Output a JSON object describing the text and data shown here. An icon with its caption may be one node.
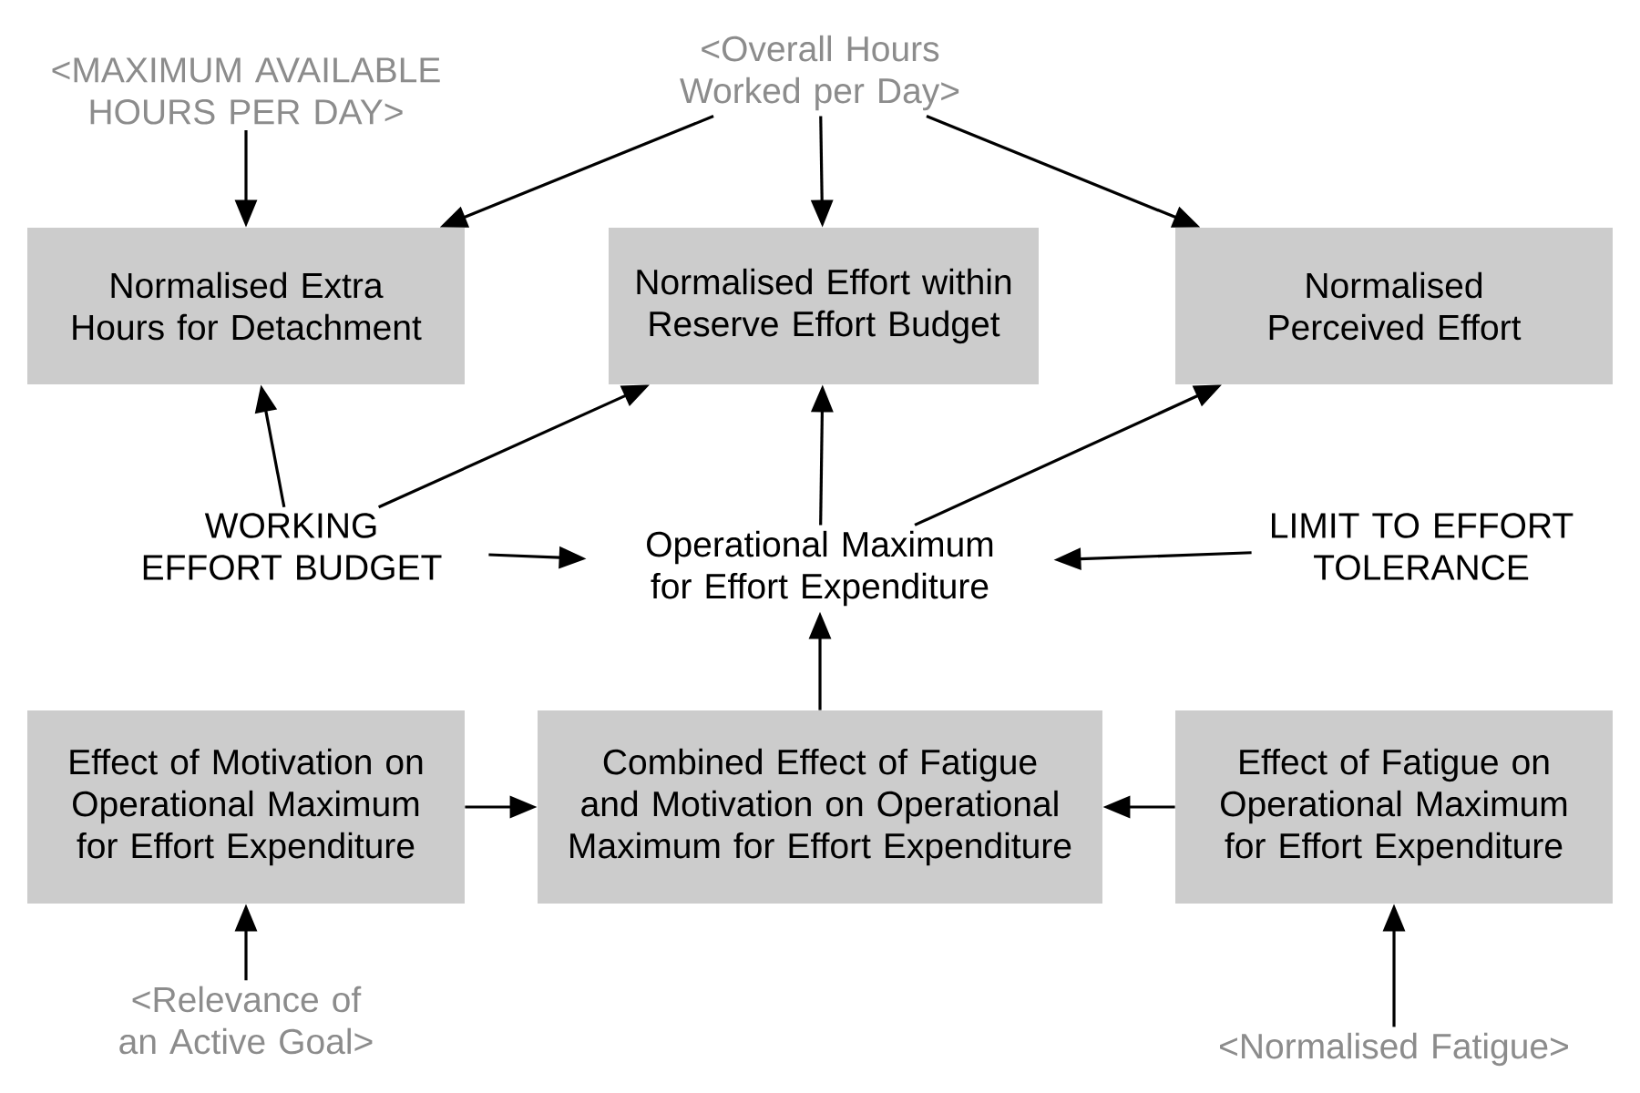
{
  "diagram": {
    "nodes": [
      {
        "text": [
          "<MAXIMUM AVAILABLE HOURS PER DAY>"
        ]
      },
      {
        "text": [
          "<Overall Hours Worked per Day>"
        ]
      },
      {
        "text": [
          "Normalised Extra Hours for Detachment"
        ]
      },
      {
        "text": [
          "Normalised Effort within Reserve Effort Budget"
        ]
      },
      {
        "text": [
          "Normalised Perceived Effort"
        ]
      },
      {
        "text": [
          "WORKING EFFORT BUDGET"
        ]
      },
      {
        "text": [
          "Operational Maximum for Effort Expenditure"
        ]
      },
      {
        "text": [
          "LIMIT TO EFFORT TOLERANCE"
        ]
      },
      {
        "text": [
          "Effect of Motivation on Operational Maximum for Effort Expenditure"
        ]
      },
      {
        "text": [
          "Combined Effect of Fatigue and Motivation on Operational Maximum for Effort Expenditure"
        ]
      },
      {
        "text": [
          "Effect of Fatigue on Operational Maximum for Effort Expenditure"
        ]
      },
      {
        "text": [
          "<Relevance of an Active Goal>"
        ]
      },
      {
        "text": [
          "<Normalised Fatigue>"
        ]
      }
    ],
    "edges": [
      {
        "from": 0,
        "to": 2,
        "arrow": "to"
      },
      {
        "from": 1,
        "to": 2,
        "arrow": "to"
      },
      {
        "from": 1,
        "to": 3,
        "arrow": "to"
      },
      {
        "from": 1,
        "to": 4,
        "arrow": "to"
      },
      {
        "from": 5,
        "to": 2,
        "arrow": "to"
      },
      {
        "from": 5,
        "to": 3,
        "arrow": "to"
      },
      {
        "from": 5,
        "to": 6,
        "arrow": "to"
      },
      {
        "from": 6,
        "to": 3,
        "arrow": "to"
      },
      {
        "from": 6,
        "to": 4,
        "arrow": "to"
      },
      {
        "from": 7,
        "to": 6,
        "arrow": "to"
      },
      {
        "from": 9,
        "to": 6,
        "arrow": "to"
      },
      {
        "from": 8,
        "to": 9,
        "arrow": "to"
      },
      {
        "from": 10,
        "to": 9,
        "arrow": "to"
      },
      {
        "from": 11,
        "to": 8,
        "arrow": "to"
      },
      {
        "from": 12,
        "to": 10,
        "arrow": "to"
      }
    ]
  }
}
